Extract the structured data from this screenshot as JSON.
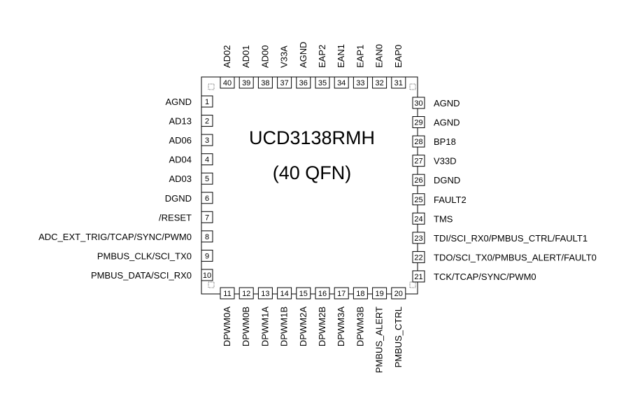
{
  "chip": {
    "name": "UCD3138RMH",
    "package": "(40 QFN)"
  },
  "pins": {
    "left": [
      {
        "num": "1",
        "label": "AGND"
      },
      {
        "num": "2",
        "label": "AD13"
      },
      {
        "num": "3",
        "label": "AD06"
      },
      {
        "num": "4",
        "label": "AD04"
      },
      {
        "num": "5",
        "label": "AD03"
      },
      {
        "num": "6",
        "label": "DGND"
      },
      {
        "num": "7",
        "label": "/RESET"
      },
      {
        "num": "8",
        "label": "ADC_EXT_TRIG/TCAP/SYNC/PWM0"
      },
      {
        "num": "9",
        "label": "PMBUS_CLK/SCI_TX0"
      },
      {
        "num": "10",
        "label": "PMBUS_DATA/SCI_RX0"
      }
    ],
    "bottom": [
      {
        "num": "11",
        "label": "DPWM0A"
      },
      {
        "num": "12",
        "label": "DPWM0B"
      },
      {
        "num": "13",
        "label": "DPWM1A"
      },
      {
        "num": "14",
        "label": "DPWM1B"
      },
      {
        "num": "15",
        "label": "DPWM2A"
      },
      {
        "num": "16",
        "label": "DPWM2B"
      },
      {
        "num": "17",
        "label": "DPWM3A"
      },
      {
        "num": "18",
        "label": "DPWM3B"
      },
      {
        "num": "19",
        "label": "PMBUS_ALERT"
      },
      {
        "num": "20",
        "label": "PMBUS_CTRL"
      }
    ],
    "right": [
      {
        "num": "30",
        "label": "AGND"
      },
      {
        "num": "29",
        "label": "AGND"
      },
      {
        "num": "28",
        "label": "BP18"
      },
      {
        "num": "27",
        "label": "V33D"
      },
      {
        "num": "26",
        "label": "DGND"
      },
      {
        "num": "25",
        "label": "FAULT2"
      },
      {
        "num": "24",
        "label": "TMS"
      },
      {
        "num": "23",
        "label": "TDI/SCI_RX0/PMBUS_CTRL/FAULT1"
      },
      {
        "num": "22",
        "label": "TDO/SCI_TX0/PMBUS_ALERT/FAULT0"
      },
      {
        "num": "21",
        "label": "TCK/TCAP/SYNC/PWM0"
      }
    ],
    "top": [
      {
        "num": "40",
        "label": "AD02"
      },
      {
        "num": "39",
        "label": "AD01"
      },
      {
        "num": "38",
        "label": "AD00"
      },
      {
        "num": "37",
        "label": "V33A"
      },
      {
        "num": "36",
        "label": "AGND"
      },
      {
        "num": "35",
        "label": "EAP2"
      },
      {
        "num": "34",
        "label": "EAN1"
      },
      {
        "num": "33",
        "label": "EAP1"
      },
      {
        "num": "32",
        "label": "EAN0"
      },
      {
        "num": "31",
        "label": "EAP0"
      }
    ]
  }
}
